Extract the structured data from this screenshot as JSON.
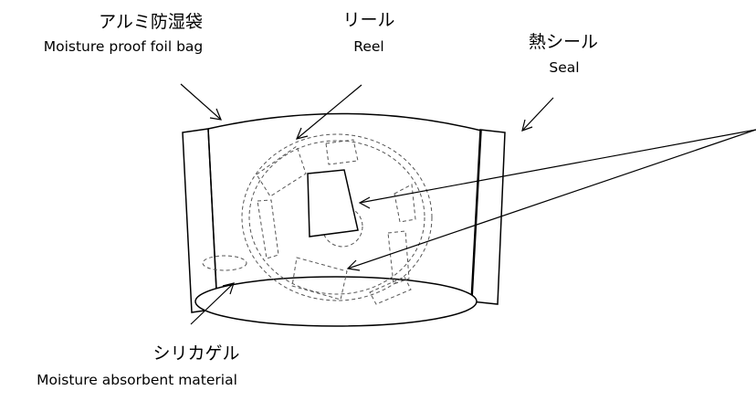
{
  "labels": {
    "foil_bag": {
      "jp": "アルミ防湿袋",
      "en": "Moisture proof foil bag"
    },
    "reel": {
      "jp": "リール",
      "en": "Reel"
    },
    "seal": {
      "jp": "熱シール",
      "en": "Seal"
    },
    "silica_gel": {
      "jp": "シリカゲル",
      "en": "Moisture absorbent material"
    }
  },
  "colors": {
    "line": "#000000",
    "dashed": "#555555",
    "background": "#ffffff"
  }
}
